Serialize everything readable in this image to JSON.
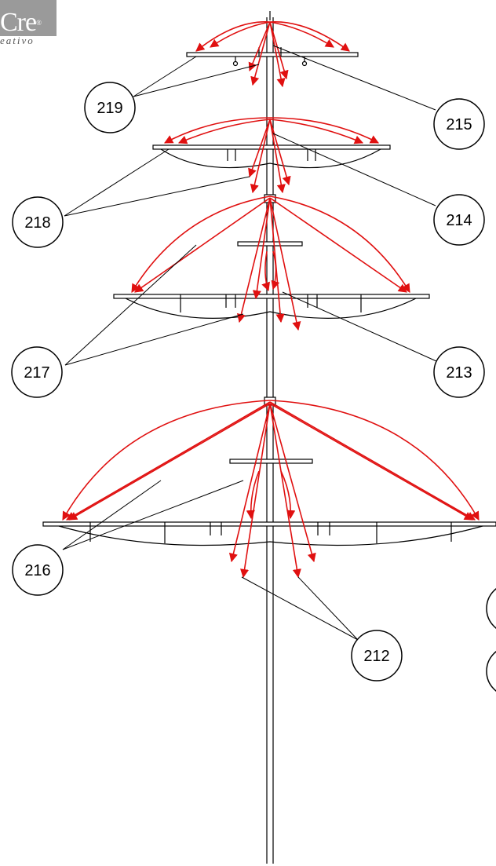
{
  "logo": {
    "text": "Cre",
    "subtext": "eativo",
    "mark": "®"
  },
  "callouts": [
    {
      "id": "c219",
      "label": "219"
    },
    {
      "id": "c215",
      "label": "215"
    },
    {
      "id": "c218",
      "label": "218"
    },
    {
      "id": "c214",
      "label": "214"
    },
    {
      "id": "c217",
      "label": "217"
    },
    {
      "id": "c213",
      "label": "213"
    },
    {
      "id": "c216",
      "label": "216"
    },
    {
      "id": "c212",
      "label": "212"
    }
  ],
  "colors": {
    "line": "#000000",
    "arrow": "#e01010",
    "logo_bg": "#9a9a9a"
  }
}
